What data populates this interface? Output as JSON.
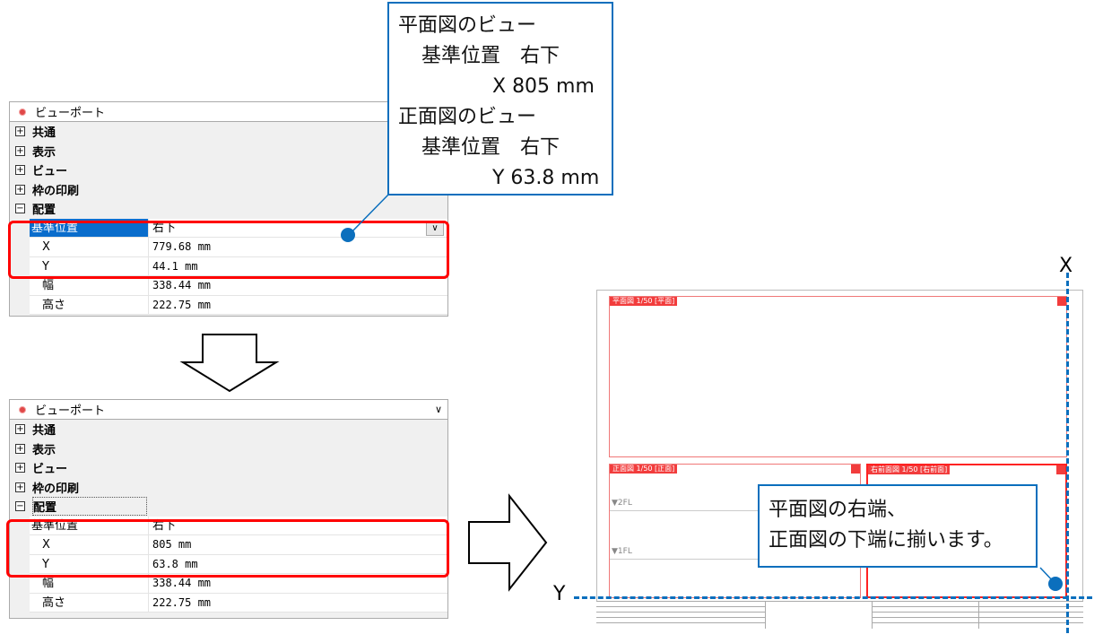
{
  "callout_top": {
    "lines": [
      "平面図のビュー",
      "基準位置　右下",
      "X  805 mm",
      "正面図のビュー",
      "基準位置　右下",
      "Y  63.8 mm"
    ]
  },
  "callout_bottom": {
    "lines": [
      "平面図の右端、",
      "正面図の下端に揃います。"
    ]
  },
  "panel_before": {
    "title": "ビューポート",
    "groups": [
      "共通",
      "表示",
      "ビュー",
      "枠の印刷"
    ],
    "open_group": "配置",
    "props": [
      {
        "k": "基準位置",
        "v": "右下"
      },
      {
        "k": "X",
        "v": "779.68 mm"
      },
      {
        "k": "Y",
        "v": "44.1 mm"
      },
      {
        "k": "幅",
        "v": "338.44 mm"
      },
      {
        "k": "高さ",
        "v": "222.75 mm"
      }
    ]
  },
  "panel_after": {
    "title": "ビューポート",
    "groups": [
      "共通",
      "表示",
      "ビュー",
      "枠の印刷"
    ],
    "open_group": "配置",
    "props": [
      {
        "k": "基準位置",
        "v": "右下"
      },
      {
        "k": "X",
        "v": "805 mm"
      },
      {
        "k": "Y",
        "v": "63.8 mm"
      },
      {
        "k": "幅",
        "v": "338.44 mm"
      },
      {
        "k": "高さ",
        "v": "222.75 mm"
      }
    ]
  },
  "sheet": {
    "axis_x": "X",
    "axis_y": "Y",
    "viewports": [
      {
        "label": "平面図 1/50 [平面]"
      },
      {
        "label": "正面図 1/50 [正面]"
      },
      {
        "label": "右前面図 1/50 [右前面]"
      }
    ],
    "levels": [
      "▼2FL",
      "▼1FL"
    ]
  },
  "colors": {
    "accent": "#0b6fbd",
    "highlight": "#ff0000",
    "viewport": "#f23c3c",
    "selection": "#0a6dcc"
  }
}
